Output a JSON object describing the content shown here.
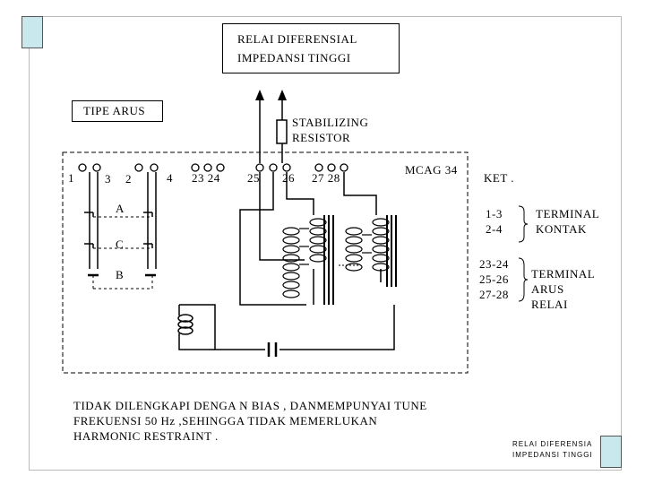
{
  "title": {
    "line1": "RELAI  DIFERENSIAL",
    "line2": "IMPEDANSI  TINGGI"
  },
  "tipe_arus": "TIPE  ARUS",
  "stabilizing": {
    "line1": "STABILIZING",
    "line2": "RESISTOR"
  },
  "relay_model": "MCAG 34",
  "terminals": {
    "t1": "1",
    "t3": "3",
    "t2": "2",
    "t4": "4",
    "t23_24": "23  24",
    "t25": "25",
    "t26": "26",
    "t27_28": "27   28"
  },
  "ct_labels": {
    "a": "A",
    "c": "C",
    "b": "B"
  },
  "ket": {
    "title": "KET .",
    "items": [
      {
        "terminals": [
          "1-3",
          "2-4"
        ],
        "label": [
          "TERMINAL",
          "KONTAK"
        ]
      },
      {
        "terminals": [
          "23-24",
          "25-26",
          "27-28"
        ],
        "label": [
          "TERMINAL",
          "ARUS",
          "RELAI"
        ]
      }
    ]
  },
  "note": {
    "line1": "TIDAK  DILENGKAPI  DENGA N  BIAS , DANMEMPUNYAI  TUNE",
    "line2": "FREKUENSI  50 Hz ,SEHINGGA  TIDAK  MEMERLUKAN",
    "line3": "HARMONIC  RESTRAINT ."
  },
  "footer": {
    "line1": "RELAI DIFERENSIA",
    "line2": "IMPEDANSI TINGGI"
  },
  "colors": {
    "corner_fill": "#c9e8ee",
    "line": "#000000"
  }
}
